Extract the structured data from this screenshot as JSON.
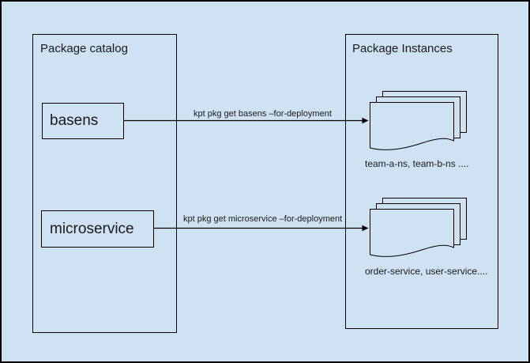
{
  "colors": {
    "background": "#cfe2f3",
    "line": "#000000",
    "text": "#1a1a1a"
  },
  "catalog": {
    "title": "Package catalog",
    "items": [
      {
        "label": "basens"
      },
      {
        "label": "microservice"
      }
    ]
  },
  "instances": {
    "title": "Package Instances",
    "stacks": [
      {
        "caption": "team-a-ns, team-b-ns ...."
      },
      {
        "caption": "order-service, user-service...."
      }
    ]
  },
  "arrows": [
    {
      "label": "kpt pkg get basens –for-deployment"
    },
    {
      "label": "kpt pkg get microservice –for-deployment"
    }
  ]
}
